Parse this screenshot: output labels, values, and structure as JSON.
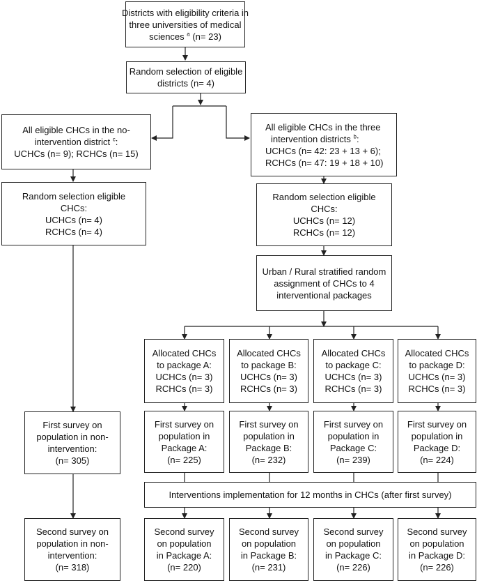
{
  "top": {
    "lines": [
      "Districts with eligibility criteria in",
      "three universities of medical"
    ],
    "last_text": "sciences ",
    "last_sup": "a",
    "last_after": " (n= 23)"
  },
  "random_districts": {
    "lines": [
      "Random selection of eligible",
      "districts (n= 4)"
    ]
  },
  "nonint_eligible": {
    "l1": "All eligible CHCs in the no-",
    "l2_text": "intervention district ",
    "l2_sup": "c",
    "l2_after": ":",
    "l3": "UCHCs (n= 9); RCHCs (n= 15)"
  },
  "int_eligible": {
    "l1": "All eligible CHCs in the three",
    "l2_text": "intervention districts ",
    "l2_sup": "b",
    "l2_after": ":",
    "l3": "UCHCs (n= 42: 23 + 13 + 6);",
    "l4": "RCHCs (n= 47: 19 + 18 + 10)"
  },
  "nonint_random": {
    "lines": [
      "Random selection eligible",
      "CHCs:",
      "UCHCs (n= 4)",
      "RCHCs (n= 4)"
    ]
  },
  "int_random": {
    "lines": [
      "Random selection eligible",
      "CHCs:",
      "UCHCs (n= 12)",
      "RCHCs (n= 12)"
    ]
  },
  "stratified": {
    "lines": [
      "Urban / Rural stratified random",
      "assignment of CHCs to 4",
      "interventional packages"
    ]
  },
  "packages": [
    {
      "allocated": [
        "Allocated CHCs",
        "to package A:",
        "UCHCs (n= 3)",
        "RCHCs (n= 3)"
      ],
      "first": [
        "First survey on",
        "population in",
        "Package A:",
        "(n= 225)"
      ],
      "second": [
        "Second survey",
        "on population",
        "in Package A:",
        "(n= 220)"
      ]
    },
    {
      "allocated": [
        "Allocated CHCs",
        "to package B:",
        "UCHCs (n= 3)",
        "RCHCs (n= 3)"
      ],
      "first": [
        "First survey on",
        "population in",
        "Package B:",
        "(n= 232)"
      ],
      "second": [
        "Second survey",
        "on population",
        "in Package B:",
        "(n= 231)"
      ]
    },
    {
      "allocated": [
        "Allocated CHCs",
        "to package C:",
        "UCHCs (n= 3)",
        "RCHCs (n= 3)"
      ],
      "first": [
        "First survey on",
        "population in",
        "Package C:",
        "(n= 239)"
      ],
      "second": [
        "Second survey",
        "on population",
        "in Package C:",
        "(n= 226)"
      ]
    },
    {
      "allocated": [
        "Allocated CHCs",
        "to package D:",
        "UCHCs (n= 3)",
        "RCHCs (n= 3)"
      ],
      "first": [
        "First survey on",
        "population in",
        "Package D:",
        "(n= 224)"
      ],
      "second": [
        "Second survey",
        "on population",
        "in Package D:",
        "(n= 226)"
      ]
    }
  ],
  "nonint_first": {
    "lines": [
      "First survey on",
      "population in non-",
      "intervention:",
      "(n= 305)"
    ]
  },
  "nonint_second": {
    "lines": [
      "Second survey on",
      "population in non-",
      "intervention:",
      "(n= 318)"
    ]
  },
  "implementation": {
    "text": "Interventions implementation for 12 months in CHCs (after first survey)"
  }
}
